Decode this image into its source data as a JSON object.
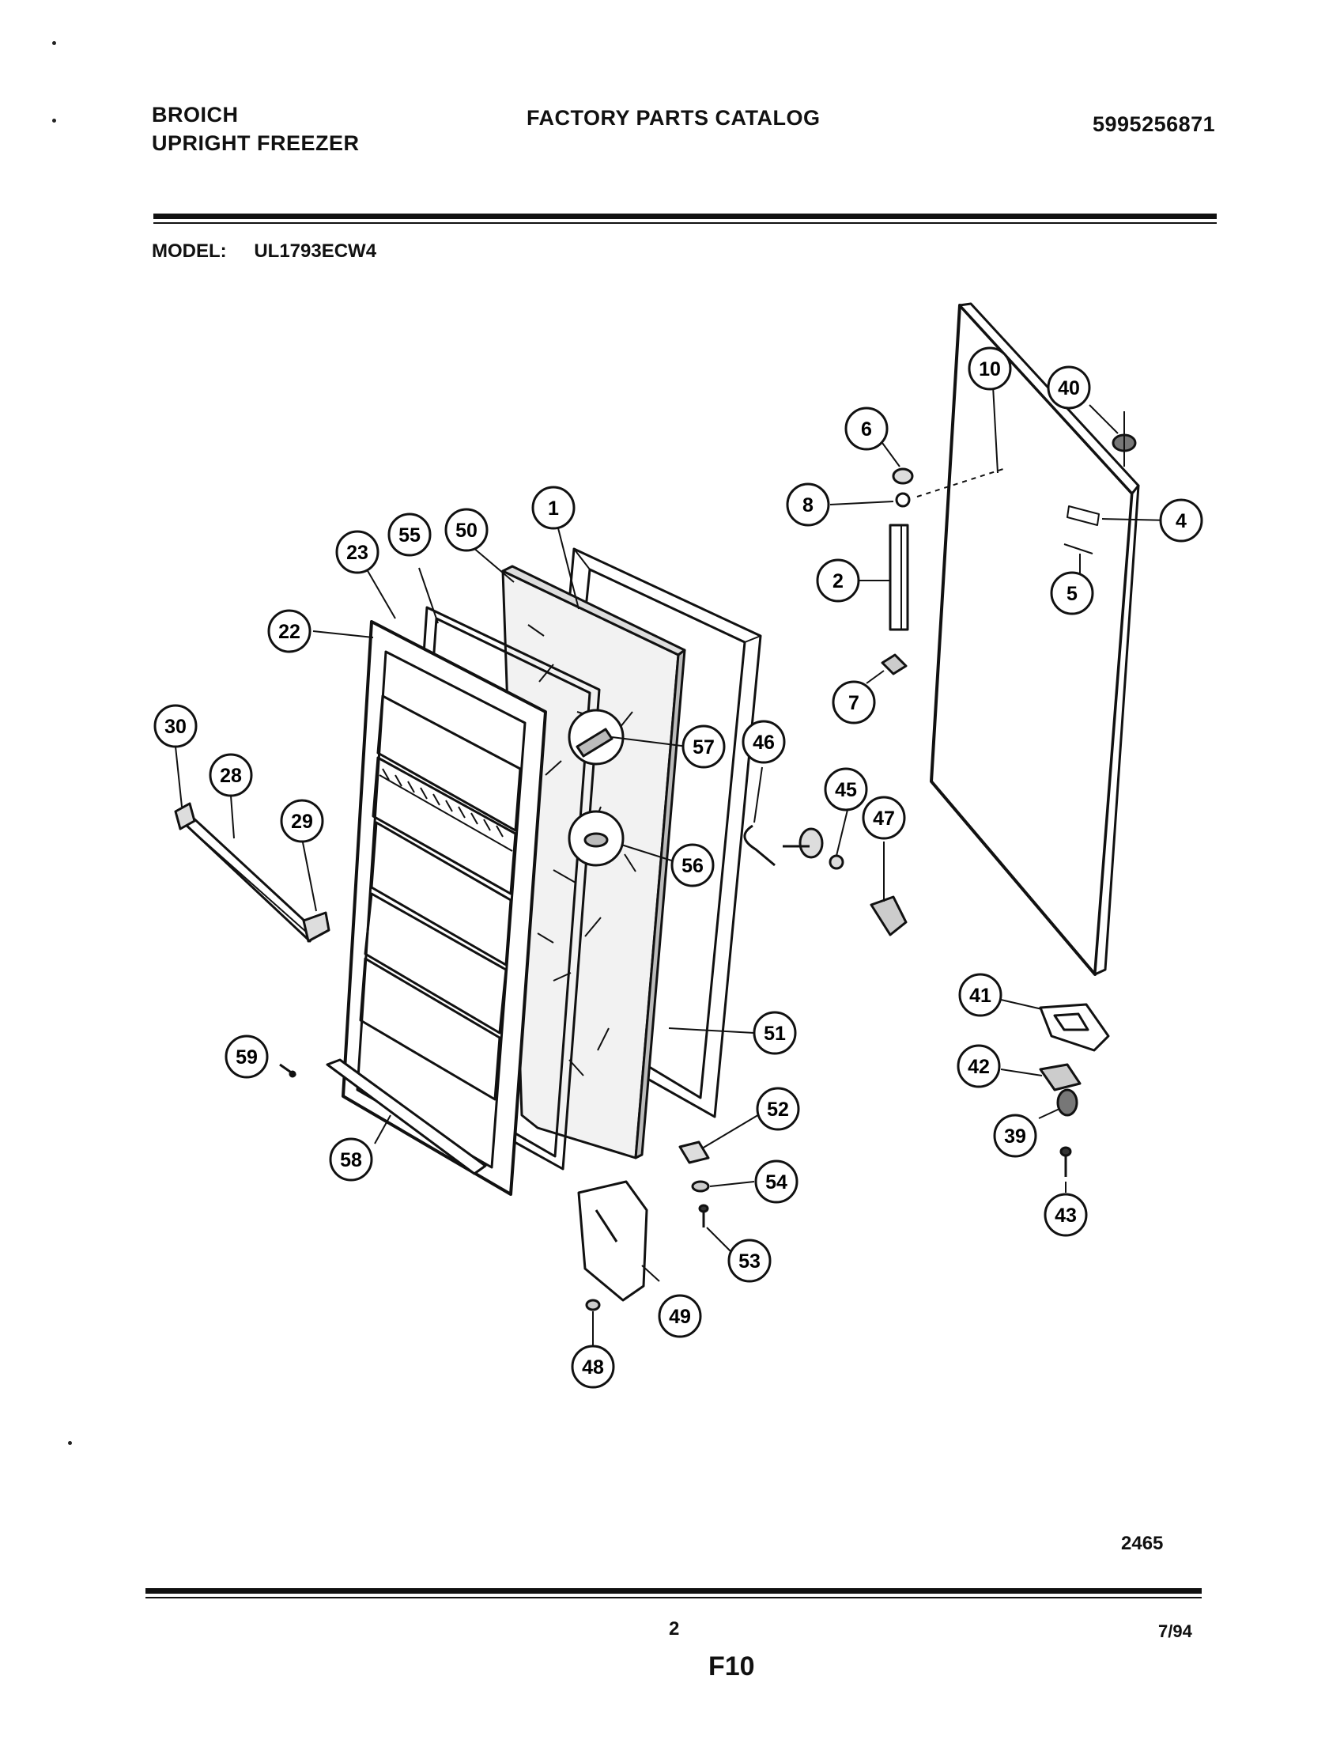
{
  "header": {
    "brand_line1": "BROICH",
    "brand_line2": "UPRIGHT FREEZER",
    "catalog_title": "FACTORY PARTS CATALOG",
    "catalog_number": "5995256871"
  },
  "model": {
    "label": "MODEL:",
    "value": "UL1793ECW4"
  },
  "callouts": [
    "1",
    "2",
    "4",
    "5",
    "6",
    "7",
    "8",
    "10",
    "22",
    "23",
    "28",
    "29",
    "30",
    "39",
    "40",
    "41",
    "42",
    "43",
    "45",
    "46",
    "47",
    "48",
    "49",
    "50",
    "51",
    "52",
    "53",
    "54",
    "55",
    "56",
    "57",
    "58",
    "59"
  ],
  "footer": {
    "drawing_number": "2465",
    "page_number": "2",
    "date": "7/94",
    "section": "F10"
  }
}
